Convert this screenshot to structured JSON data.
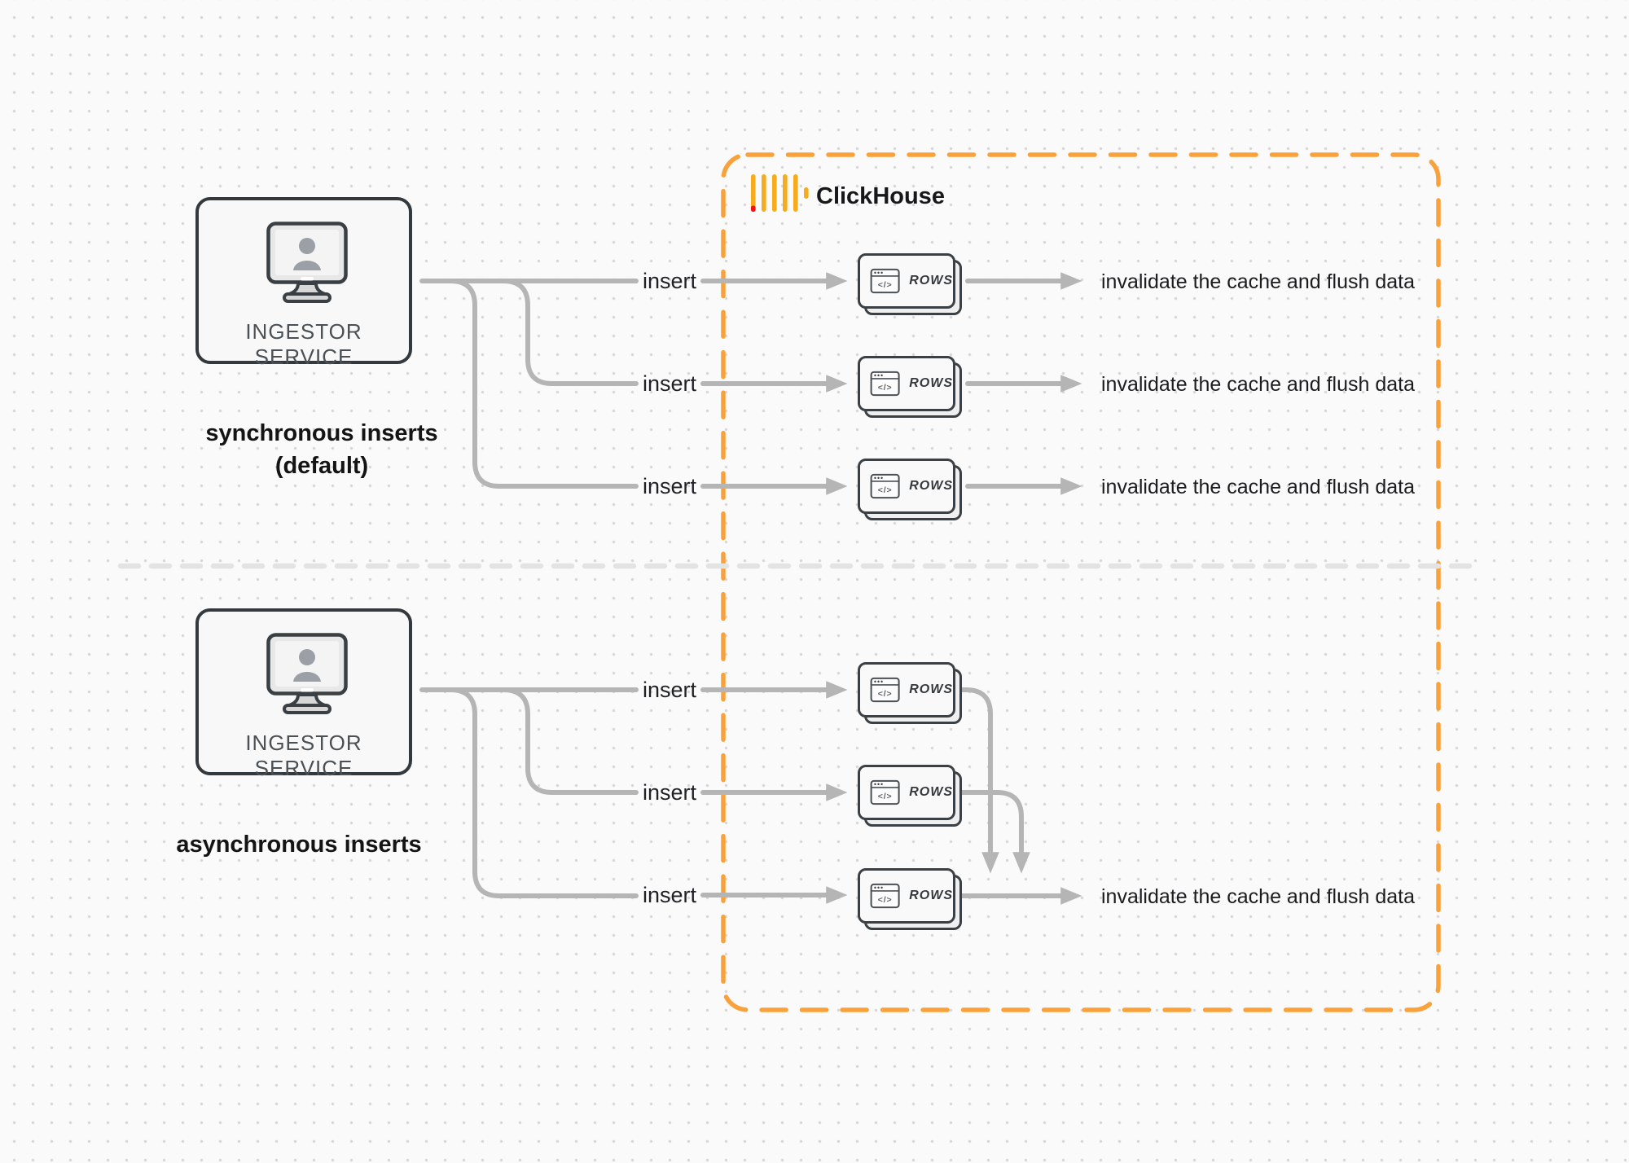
{
  "clickhouse": {
    "label": "ClickHouse"
  },
  "colors": {
    "accent_orange": "#F9A23B",
    "logo_amber": "#F6AC1D",
    "logo_red": "#F3100F",
    "connector_gray": "#B5B5B5",
    "divider_gray": "#E3E3E3",
    "dark_border": "#33393D"
  },
  "sync": {
    "caption": "synchronous inserts (default)",
    "service_label": "INGESTOR SERVICE",
    "rows": [
      {
        "insert_label": "insert",
        "card_label": "ROWS",
        "result_label": "invalidate the cache and flush data"
      },
      {
        "insert_label": "insert",
        "card_label": "ROWS",
        "result_label": "invalidate the cache and flush data"
      },
      {
        "insert_label": "insert",
        "card_label": "ROWS",
        "result_label": "invalidate the cache and flush data"
      }
    ]
  },
  "async": {
    "caption": "asynchronous inserts",
    "service_label": "INGESTOR SERVICE",
    "rows": [
      {
        "insert_label": "insert",
        "card_label": "ROWS"
      },
      {
        "insert_label": "insert",
        "card_label": "ROWS"
      },
      {
        "insert_label": "insert",
        "card_label": "ROWS",
        "result_label": "invalidate the cache and flush data"
      }
    ]
  }
}
